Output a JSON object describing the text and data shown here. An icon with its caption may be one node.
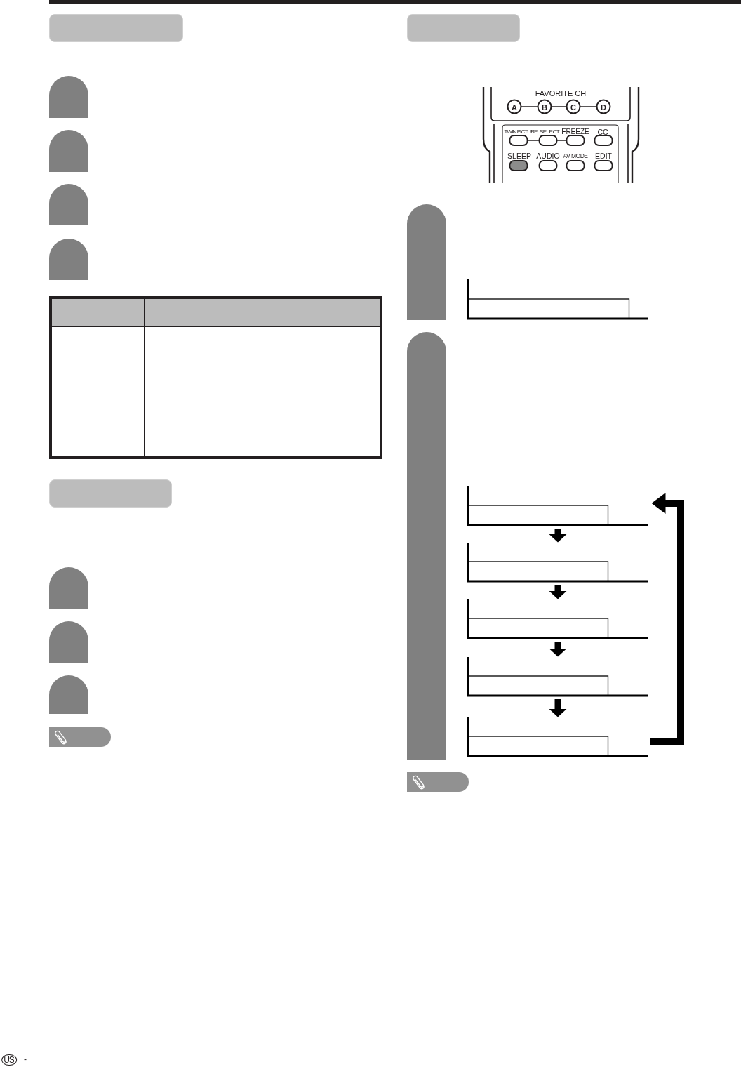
{
  "diagram": {
    "nodes": [
      {
        "text": [],
        "shape": "box"
      },
      {
        "text": [],
        "shape": "arch"
      },
      {
        "text": [],
        "shape": "arch"
      },
      {
        "text": [],
        "shape": "arch"
      },
      {
        "text": [],
        "shape": "arch"
      },
      {
        "text": [],
        "shape": "box"
      },
      {
        "text": [],
        "shape": "arch"
      },
      {
        "text": [],
        "shape": "arch"
      },
      {
        "text": [],
        "shape": "arch"
      },
      {
        "text": [],
        "shape": "box"
      },
      {
        "text": [],
        "shape": "arch"
      },
      {
        "text": [],
        "shape": "box"
      },
      {
        "text": [],
        "shape": "arch"
      },
      {
        "text": [],
        "shape": "box"
      },
      {
        "text": [],
        "shape": "box"
      },
      {
        "text": [],
        "shape": "box"
      },
      {
        "text": [],
        "shape": "box"
      },
      {
        "text": [],
        "shape": "box"
      }
    ],
    "edges": [
      {
        "from": 13,
        "to": 14,
        "arrow": "to"
      },
      {
        "from": 14,
        "to": 15,
        "arrow": "to"
      },
      {
        "from": 15,
        "to": 16,
        "arrow": "to"
      },
      {
        "from": 16,
        "to": 17,
        "arrow": "to"
      },
      {
        "from": 17,
        "to": 13,
        "arrow": "to"
      }
    ],
    "labels": [
      "FAVORITE CH",
      "A",
      "B",
      "C",
      "D",
      "TWIN PICTURE",
      "SELECT",
      "FREEZE",
      "CC",
      "SLEEP",
      "AUDIO",
      "AV MODE",
      "EDIT",
      "US",
      "-"
    ]
  }
}
